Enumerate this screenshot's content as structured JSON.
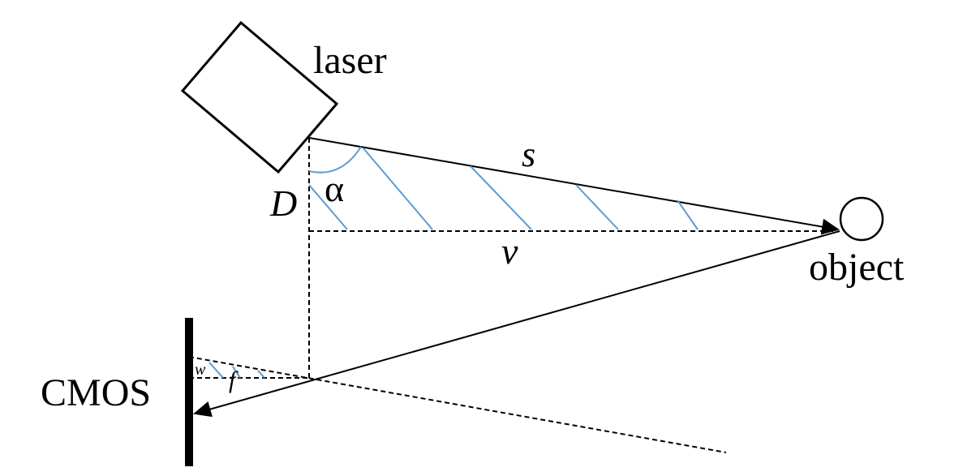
{
  "labels": {
    "laser": "laser",
    "s": "s",
    "D": "D",
    "alpha": "α",
    "v": "v",
    "object": "object",
    "cmos": "CMOS",
    "w": "w",
    "f": "f"
  },
  "colors": {
    "hatch": "#5b9bd5",
    "line": "#000000"
  }
}
